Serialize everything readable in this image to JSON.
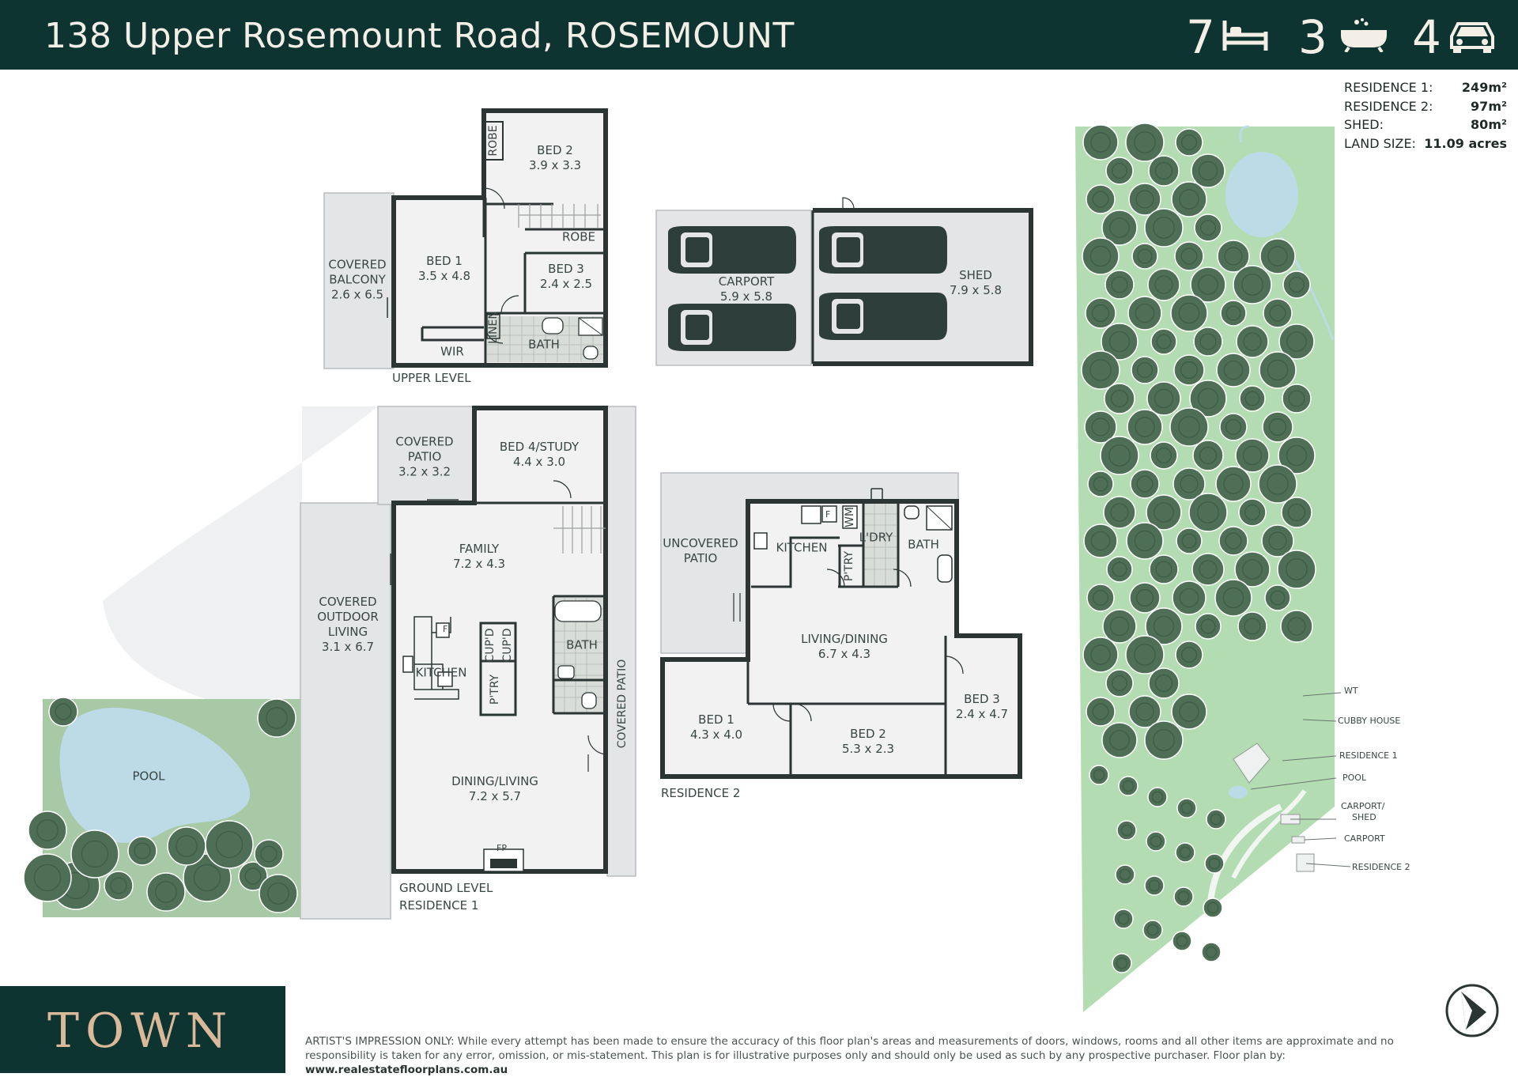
{
  "header": {
    "title": "138 Upper Rosemount Road, ROSEMOUNT",
    "beds": "7",
    "baths": "3",
    "cars": "4",
    "bed_icon": "bed-icon",
    "bath_icon": "bathtub-icon",
    "car_icon": "car-icon"
  },
  "areas": [
    {
      "label": "RESIDENCE 1:",
      "value": "249m²"
    },
    {
      "label": "RESIDENCE 2:",
      "value": "97m²"
    },
    {
      "label": "SHED:",
      "value": "80m²"
    },
    {
      "label": "LAND SIZE:",
      "value": "11.09 acres"
    }
  ],
  "upper": {
    "bed2": {
      "name": "BED 2",
      "dim": "3.9 x 3.3"
    },
    "bed1": {
      "name": "BED 1",
      "dim": "3.5 x 4.8"
    },
    "bed3": {
      "name": "BED 3",
      "dim": "2.4 x 2.5"
    },
    "balcony": {
      "line1": "COVERED",
      "line2": "BALCONY",
      "dim": "2.6 x 6.5"
    },
    "robe": "ROBE",
    "robe2": "ROBE",
    "wir": "WIR",
    "bath": "BATH",
    "linen": "LINEN",
    "caption": "UPPER LEVEL"
  },
  "carport": {
    "carport": {
      "name": "CARPORT",
      "dim": "5.9 x 5.8"
    },
    "shed": {
      "name": "SHED",
      "dim": "7.9 x 5.8"
    }
  },
  "ground": {
    "patio": {
      "line1": "COVERED",
      "line2": "PATIO",
      "dim": "3.2 x 3.2"
    },
    "bed4": {
      "name": "BED 4/STUDY",
      "dim": "4.4 x 3.0"
    },
    "family": {
      "name": "FAMILY",
      "dim": "7.2 x 4.3"
    },
    "outdoor": {
      "line1": "COVERED",
      "line2": "OUTDOOR",
      "line3": "LIVING",
      "dim": "3.1 x 6.7"
    },
    "kitchen": "KITCHEN",
    "cupd1": "CUP'D",
    "cupd2": "CUP'D",
    "ptry": "P'TRY",
    "fridge": "F",
    "bath": "BATH",
    "covered_patio": "COVERED PATIO",
    "dining": {
      "name": "DINING/LIVING",
      "dim": "7.2 x 5.7"
    },
    "fp": "FP",
    "pool": "POOL",
    "caption1": "GROUND LEVEL",
    "caption2": "RESIDENCE 1"
  },
  "res2": {
    "patio": {
      "line1": "UNCOVERED",
      "line2": "PATIO"
    },
    "kitchen": "KITCHEN",
    "fridge": "F",
    "wm": "WM",
    "ldry": "L'DRY",
    "ptry": "P'TRY",
    "bath": "BATH",
    "living": {
      "name": "LIVING/DINING",
      "dim": "6.7 x 4.3"
    },
    "bed1": {
      "name": "BED 1",
      "dim": "4.3 x 4.0"
    },
    "bed2": {
      "name": "BED 2",
      "dim": "5.3 x 2.3"
    },
    "bed3": {
      "name": "BED 3",
      "dim": "2.4 x 4.7"
    },
    "caption": "RESIDENCE 2"
  },
  "site": {
    "wt": "WT",
    "cubby": "CUBBY HOUSE",
    "res1": "RESIDENCE 1",
    "pool": "POOL",
    "carport_shed1": "CARPORT/",
    "carport_shed2": "SHED",
    "carport": "CARPORT",
    "res2": "RESIDENCE 2",
    "north_icon": "north-arrow-icon"
  },
  "footer": {
    "logo": "TOWN",
    "disclaimer": "ARTIST'S IMPRESSION ONLY: While every attempt has been made to ensure the accuracy of this floor plan's areas and measurements of doors, windows, rooms and all other items are approximate and no responsibility is taken for any error, omission, or mis-statement. This plan is for illustrative purposes only and should only be used as such by any prospective purchaser. Floor plan by: ",
    "website": "www.realestatefloorplans.com.au"
  },
  "colors": {
    "header_bg": "#0d3430",
    "header_text": "#f3eee6",
    "wall": "#2b3634",
    "room_fill": "#f2f2f3",
    "outdoor_fill": "#e4e5e7",
    "site_green": "#b4dcb2",
    "tree": "#4e6f56",
    "water": "#bcdbe6",
    "logo_gold": "#d9b99a"
  }
}
